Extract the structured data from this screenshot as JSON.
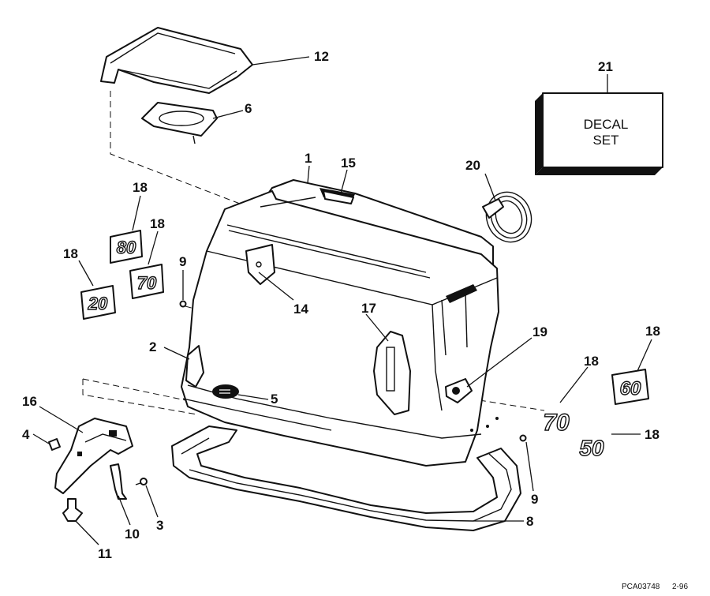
{
  "diagram": {
    "callouts": {
      "c1": "1",
      "c2": "2",
      "c3": "3",
      "c4": "4",
      "c5": "5",
      "c6": "6",
      "c8": "8",
      "c9a": "9",
      "c9b": "9",
      "c10": "10",
      "c11": "11",
      "c12": "12",
      "c14": "14",
      "c15": "15",
      "c16": "16",
      "c17": "17",
      "c18a": "18",
      "c18b": "18",
      "c18c": "18",
      "c18d": "18",
      "c18e": "18",
      "c18f": "18",
      "c19": "19",
      "c20": "20",
      "c21": "21"
    },
    "decal_set": {
      "line1": "DECAL",
      "line2": "SET"
    },
    "decal_numbers": {
      "d80": "80",
      "d70_left": "70",
      "d20": "20",
      "d70_right": "70",
      "d60": "60",
      "d50": "50"
    },
    "footer": {
      "part_code": "PCA03748",
      "date": "2-96"
    }
  }
}
